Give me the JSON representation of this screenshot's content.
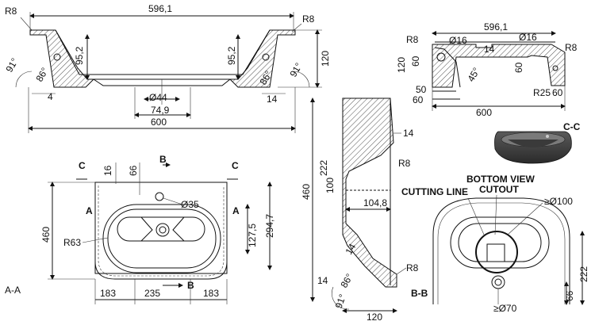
{
  "top_section": {
    "width_top": "596,1",
    "width_bottom": "600",
    "radius": "R8",
    "inner_h_left": "95,2",
    "inner_h_right": "95,2",
    "height": "120",
    "angle_left": "91°",
    "angle_inner_left": "86°",
    "angle_inner_right": "86°",
    "angle_right": "91°",
    "wall_left": "4",
    "wall_right": "14",
    "drain_dia": "Ø44",
    "drain_w": "74,9"
  },
  "right_section": {
    "width_top": "596,1",
    "hole_left": "Ø16",
    "hole_right": "Ø16",
    "r_left": "R8",
    "r_right": "R8",
    "h60_left": "60",
    "h14": "14",
    "angle": "45°",
    "h60_mid": "60",
    "h120": "120",
    "d50": "50",
    "d60": "60",
    "r25": "R25",
    "d60_right": "60",
    "width_bottom": "600"
  },
  "render_label": "C-C",
  "plan_view": {
    "marker_c_left": "C",
    "marker_c_right": "C",
    "marker_b_top": "B",
    "marker_b_bottom": "B",
    "marker_a_left": "A",
    "marker_a_right": "A",
    "d16": "16",
    "d66": "66",
    "hole_dia": "Ø35",
    "height": "460",
    "r63": "R63",
    "h294": "294,7",
    "h127": "127,5",
    "w183_left": "183",
    "w235": "235",
    "w183_right": "183"
  },
  "section_a": {
    "label": "A-A",
    "h460": "460",
    "h222": "222",
    "h100": "100",
    "w104": "104,8",
    "d14_top": "14",
    "r8_top": "R8",
    "d14_mid": "14",
    "r8_bot": "R8",
    "d14_bot": "14",
    "angle_86": "86°",
    "angle_91": "91°",
    "w120": "120"
  },
  "bottom_view": {
    "label": "B-B",
    "title_line1": "BOTTOM VIEW",
    "title_line2": "CUTOUT",
    "cutting_line": "CUTTING LINE",
    "dia100": "≥Ø100",
    "dia70": "≥Ø70",
    "h222": "222",
    "h66": "66"
  }
}
